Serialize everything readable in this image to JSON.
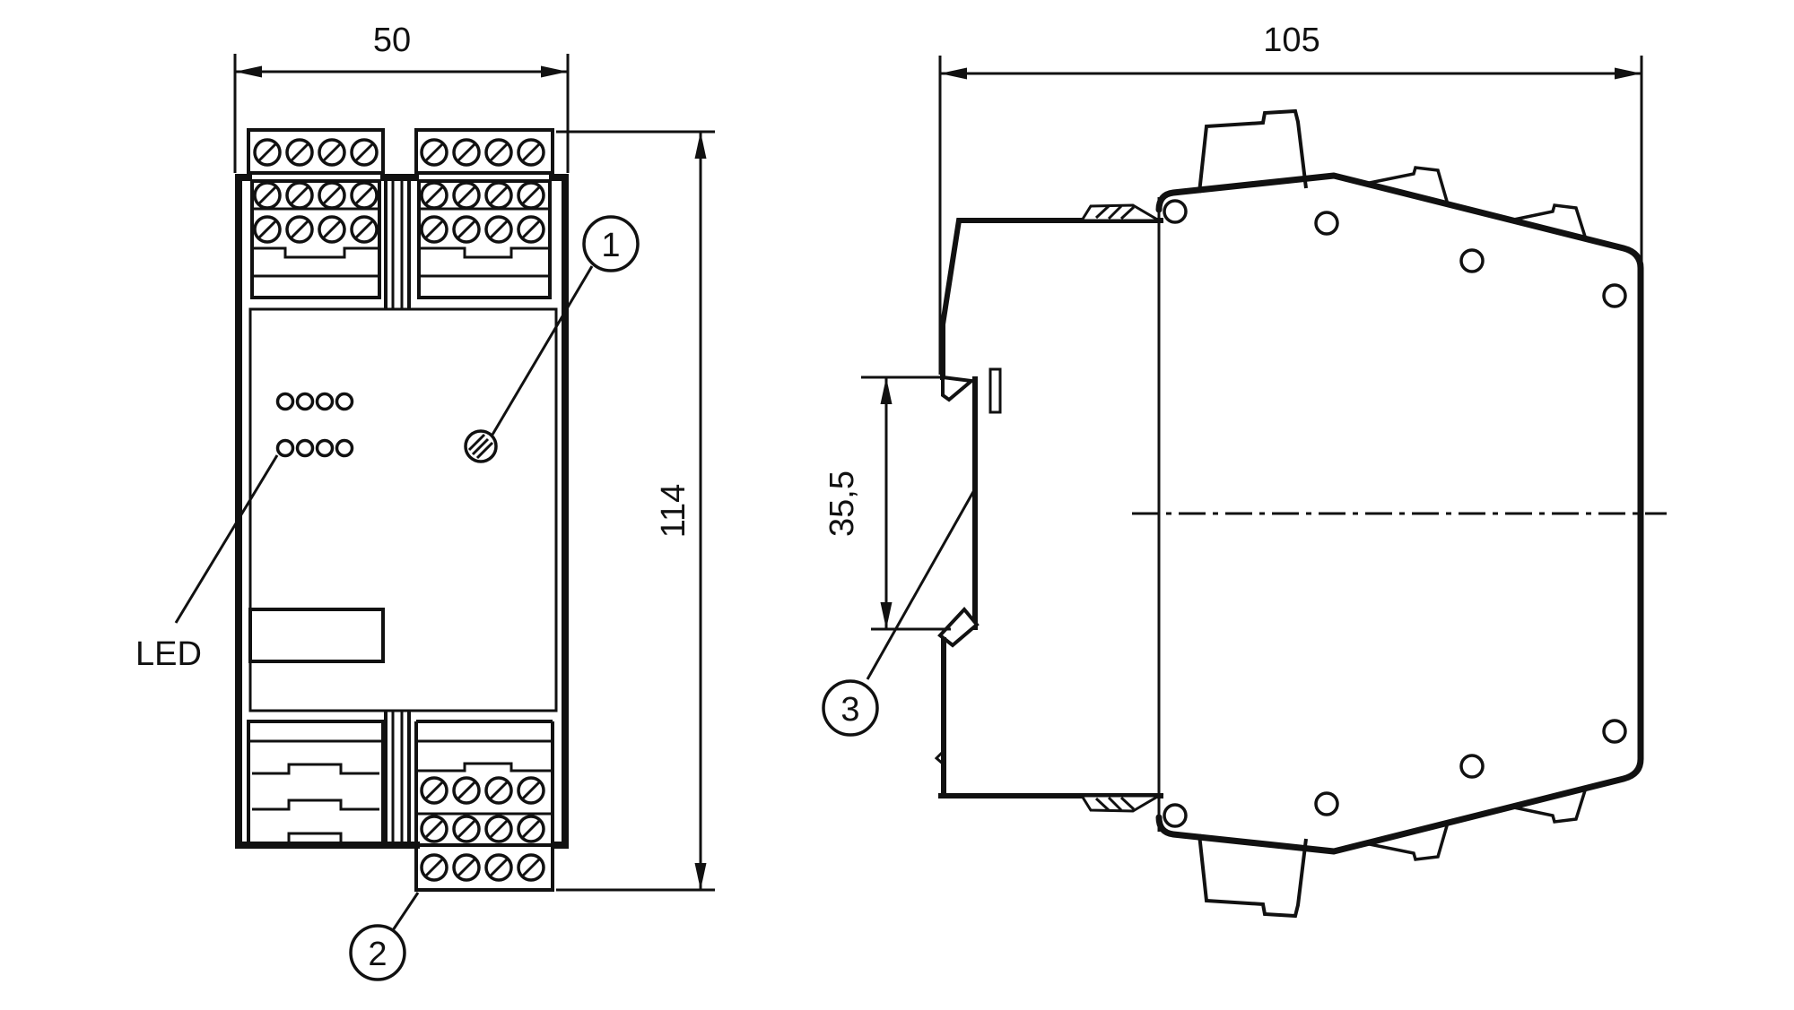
{
  "drawing": {
    "kind": "dimensional-technical-drawing",
    "colors": {
      "line": "#111111",
      "background": "#ffffff"
    },
    "front_view": {
      "dim_width": "50",
      "dim_height": "114",
      "led_label": "LED",
      "callouts": {
        "screw": "1",
        "terminal_block": "2"
      }
    },
    "side_view": {
      "dim_depth": "105",
      "dim_din_clip": "35,5",
      "callouts": {
        "din_clip": "3"
      }
    }
  }
}
